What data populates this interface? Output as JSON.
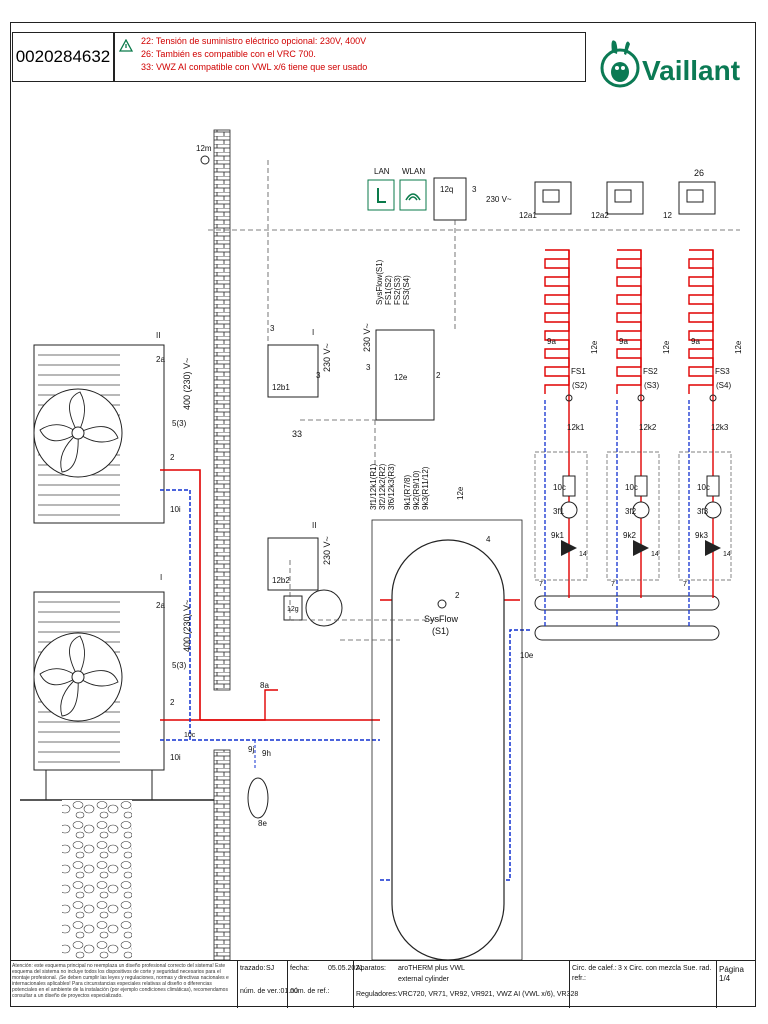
{
  "header": {
    "doc_number": "0020284632",
    "notes": [
      "22: Tensión de suministro eléctrico opcional: 230V, 400V",
      "26: También es compatible con el VRC 700.",
      "33: VWZ AI compatible con VWL x/6 tiene que ser usado"
    ],
    "brand": "Vaillant"
  },
  "diagram": {
    "labels": {
      "lan": "LAN",
      "wlan": "WLAN",
      "c12m": "12m",
      "c12q": "12q",
      "c12e": "12e",
      "c12e_tank": "12e",
      "c12b1": "12b1",
      "c12b2": "12b2",
      "c12g": "12g",
      "c2a_1": "2a",
      "c2a_2": "2a",
      "c10i_1": "10i",
      "c10i_2": "10i",
      "c10e": "10e",
      "c10e_top": "10e",
      "c8a": "8a",
      "c8e": "8e",
      "c9j": "9j",
      "c9h": "9h",
      "c53_1": "5(3)",
      "c53_2": "5(3)",
      "c4": "4",
      "roman_ii_1": "II",
      "roman_i_1": "I",
      "roman_i_2": "I",
      "roman_ii_2": "II",
      "v400_1": "400 (230) V~",
      "v400_2": "400 (230) V~",
      "v230_1": "230 V~",
      "v230_2": "230 V~",
      "v230_3": "230 V~",
      "v230_4": "230 V~",
      "warn26": "26",
      "warn33": "33",
      "n3_a": "3",
      "n3_b": "3",
      "n3_c": "3",
      "n3_d": "3",
      "n2_a": "2",
      "n2_b": "2",
      "n2_c": "2",
      "n2_d": "2",
      "sysflow_tank": "SysFlow",
      "sysflow_tank_s1": "(S1)",
      "c10c": "10c"
    },
    "sensor_labels": [
      "SysFlow(S1)",
      "FS1(S2)",
      "FS2(S3)",
      "FS3(S4)"
    ],
    "relay_labels": [
      "3f1/12k1(R1)",
      "3f2/12k2(R2)",
      "3f6/12k3(R3)"
    ],
    "mixer_labels": [
      "9k1(R7/8)",
      "9k2(R9/10)",
      "9k3(R11/12)"
    ],
    "circuits": [
      {
        "room": "12a1",
        "fs": "FS1",
        "s": "(S2)",
        "k": "12k1",
        "pump": "3f1",
        "mix": "9k1",
        "valve": "9a",
        "c10": "10c",
        "c12e": "12e",
        "c7": "7",
        "c14": "14"
      },
      {
        "room": "12a2",
        "fs": "FS2",
        "s": "(S3)",
        "k": "12k2",
        "pump": "3f2",
        "mix": "9k2",
        "valve": "9a",
        "c10": "10c",
        "c12e": "12e",
        "c7": "7",
        "c14": "14"
      },
      {
        "room": "12",
        "fs": "FS3",
        "s": "(S4)",
        "k": "12k3",
        "pump": "3f3",
        "mix": "9k3",
        "valve": "9a",
        "c10": "10c",
        "c12e": "12e",
        "c7": "7",
        "c14": "14"
      }
    ]
  },
  "footer": {
    "disclaimer": "Atención: este esquema principal no reemplaza un diseño profesional correcto del sistema! Este esquema del sistema no incluye todos los dispositivos de corte y seguridad necesarios para el montaje profesional. ¡Se deben cumplir las leyes y regulaciones, normas y directivas nacionales e internacionales aplicables! Para circunstancias especiales relativas al diseño o diferencias potenciales en el ambiente de la instalación (por ejemplo condiciones climáticas), recomendamos consultar a un diseño de proyectos especializado.",
    "trazado_label": "trazado:",
    "trazado_value": "SJ",
    "fecha_label": "fecha:",
    "fecha_value": "05.05.2021",
    "version_label": "núm. de ver.:01.00",
    "ref_label": "núm. de ref.:",
    "aparatos_label": "Aparatos:",
    "aparatos_value": "aroTHERM plus VWL",
    "aparatos_value2": "external cylinder",
    "reguladores_label": "Reguladores:",
    "reguladores_value": "VRC720, VR71, VR92, VR921, VWZ AI (VWL x/6), VR328",
    "circ_label": "Circ. de calef.:",
    "circ_value": "3 x Circ. con mezcla Sue. rad.",
    "refr_label": "refr.:",
    "page_label": "Página 1/4"
  },
  "colors": {
    "red": "#e00000",
    "blue": "#1030d0",
    "warning_green": "#0a7a4a",
    "brand_green": "#0b7a54",
    "text_red": "#d00000"
  }
}
